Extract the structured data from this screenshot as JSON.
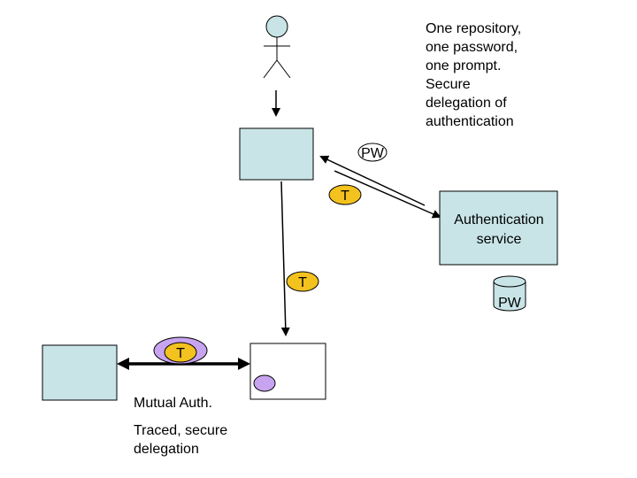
{
  "note": {
    "lines": [
      "One repository,",
      "one password,",
      "one prompt.",
      "Secure",
      "delegation of",
      "authentication"
    ]
  },
  "auth_service": {
    "lines": [
      "Authentication",
      "service"
    ]
  },
  "tokens": {
    "pw_label": "PW",
    "t_label": "T",
    "store_label": "PW"
  },
  "bottom_note": {
    "mutual": "Mutual Auth.",
    "lines": [
      "Traced, secure",
      "delegation"
    ]
  },
  "colors": {
    "box_fill": "#c8e4e7",
    "token_yellow": "#f3c21e",
    "token_purple": "#c8a4f0",
    "user_head": "#c8e4e7",
    "line": "#000000"
  }
}
